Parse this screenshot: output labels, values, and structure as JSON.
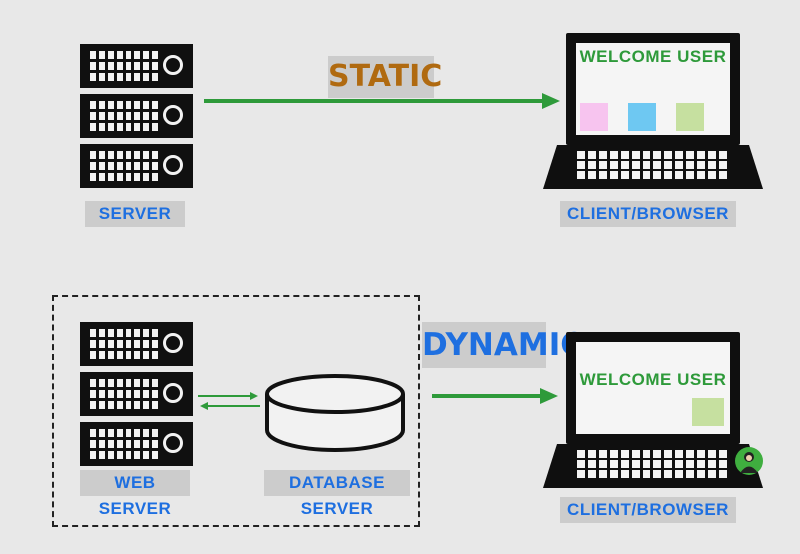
{
  "static_section": {
    "title": "STATIC",
    "server_label": "SERVER",
    "client_label": "CLIENT/BROWSER",
    "screen_text": "WELCOME USER"
  },
  "dynamic_section": {
    "title": "DYNAMIC",
    "web_server_label": "WEB SERVER",
    "database_label": "DATABASE SERVER",
    "client_label": "CLIENT/BROWSER",
    "screen_text": "WELCOME USER"
  },
  "colors": {
    "arrow": "#2e9a3a",
    "label_text": "#1e6fe0",
    "static_title": "#b06a10",
    "dynamic_title": "#1e6fe0",
    "swatch_pink": "#f7c4ef",
    "swatch_blue": "#6ec8f2",
    "swatch_green": "#c6e0a0"
  },
  "icons": {
    "server": "rack-server-icon",
    "database": "database-cylinder-icon",
    "laptop": "laptop-icon",
    "avatar": "author-avatar"
  }
}
